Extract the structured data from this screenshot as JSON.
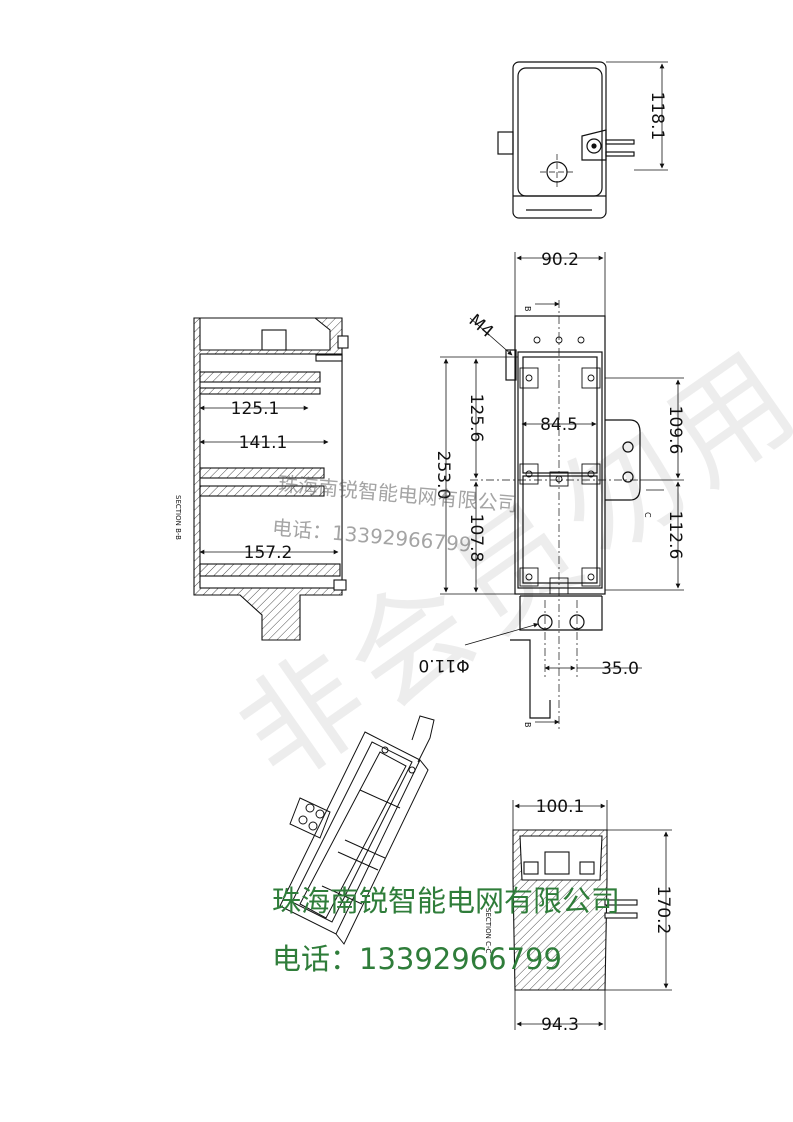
{
  "watermark": {
    "faint": "非会员勿用",
    "company": "珠海南锐智能电网有限公司",
    "phone": "电话：13392966799"
  },
  "sections": {
    "b": "SECTION B-B",
    "c": "SECTION C-C"
  },
  "markers": {
    "b": "B",
    "c": "C"
  },
  "dimensions": {
    "top_height": "118.1",
    "front_width": "90.2",
    "thread": "M4",
    "inner_width": "84.5",
    "pitch_upper": "125.6",
    "total_height": "253.0",
    "pitch_lower": "107.8",
    "right_upper": "109.6",
    "right_lower": "112.6",
    "hole_dia": "Φ11.0",
    "hole_spacing": "35.0",
    "depth_1": "125.1",
    "depth_2": "141.1",
    "depth_3": "157.2",
    "bottom_top_width": "100.1",
    "bottom_height": "170.2",
    "bottom_width": "94.3"
  }
}
